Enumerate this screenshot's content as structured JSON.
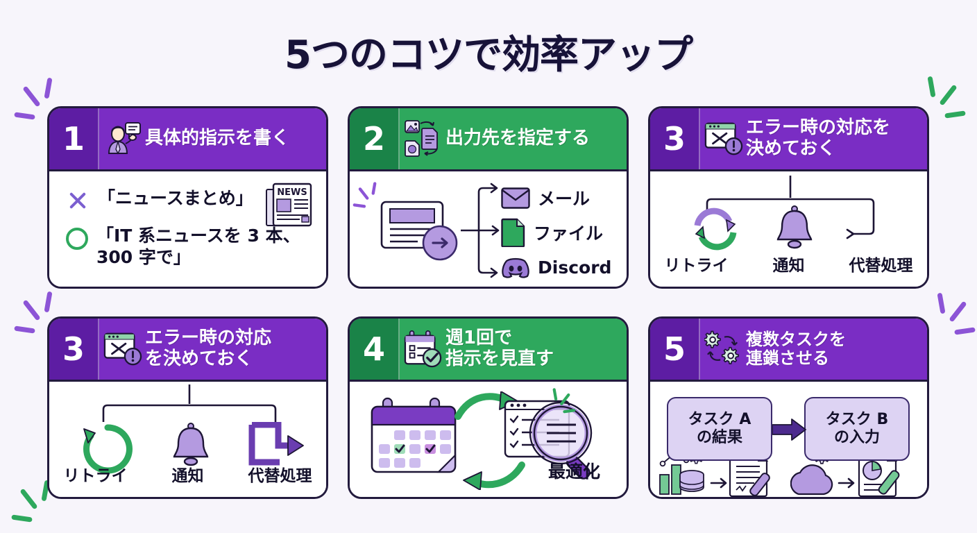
{
  "page": {
    "title": "5つのコツで効率アップ",
    "background_color": "#f7f5fb",
    "purple": "#7a2dc4",
    "purple_dark": "#5d1da3",
    "green": "#2ea85d",
    "green_dark": "#1a8348",
    "ink": "#171238"
  },
  "cards": [
    {
      "number": "1",
      "accent": "purple",
      "icon": "person-speech-bubble-icon",
      "title": "具体的指示を書く",
      "body": {
        "type": "example-comparison",
        "bad_mark": "cross-mark-icon",
        "bad_text": "「ニュースまとめ」",
        "good_mark": "circle-mark-icon",
        "good_text": "「IT 系ニュースを 3 本、\n300 字で」",
        "side_icon": "newspaper-icon",
        "side_icon_label": "NEWS"
      }
    },
    {
      "number": "2",
      "accent": "green",
      "icon": "file-conversion-icon",
      "title": "出力先を指定する",
      "body": {
        "type": "branch-outputs",
        "source_icon": "document-arrow-icon",
        "outputs": [
          {
            "icon": "mail-icon",
            "label": "メール"
          },
          {
            "icon": "file-icon",
            "label": "ファイル"
          },
          {
            "icon": "discord-icon",
            "label": "Discord"
          }
        ]
      }
    },
    {
      "number": "3",
      "accent": "purple",
      "icon": "browser-error-icon",
      "title": "エラー時の対応を\n決めておく",
      "body": {
        "type": "error-branch",
        "variant": "top",
        "items": [
          {
            "icon": "refresh-cycle-icon",
            "label": "リトライ"
          },
          {
            "icon": "bell-icon",
            "label": "通知"
          },
          {
            "icon": "branch-arrow-icon",
            "label": "代替処理"
          }
        ]
      }
    },
    {
      "number": "3",
      "accent": "purple",
      "icon": "browser-error-icon",
      "title": "エラー時の対応\nを決めておく",
      "body": {
        "type": "error-branch",
        "variant": "bottom",
        "items": [
          {
            "icon": "refresh-loop-icon",
            "label": "リトライ"
          },
          {
            "icon": "bell-icon",
            "label": "通知"
          },
          {
            "icon": "branch-arrow-icon",
            "label": "代替処理"
          }
        ]
      }
    },
    {
      "number": "4",
      "accent": "green",
      "icon": "calendar-check-icon",
      "title": "週1回で\n指示を見直す",
      "body": {
        "type": "review-cycle",
        "left_icon": "calendar-icon",
        "right_icon": "magnifier-checklist-icon",
        "label": "最適化"
      }
    },
    {
      "number": "5",
      "accent": "purple",
      "icon": "gears-cycle-icon",
      "title": "複数タスクを\n連鎖させる",
      "body": {
        "type": "task-chain",
        "task_a": "タスク A\nの結果",
        "task_b": "タスク B\nの入力",
        "arrow": "arrow-right-icon",
        "left_icons": "chart-database-gear-document-icon",
        "right_icons": "cloud-gear-piechart-document-icon"
      }
    }
  ],
  "decorations": [
    {
      "name": "sparkle-top-left",
      "color": "purple"
    },
    {
      "name": "sparkle-top-right",
      "color": "green"
    },
    {
      "name": "sparkle-mid-left",
      "color": "purple"
    },
    {
      "name": "sparkle-mid-right",
      "color": "purple"
    },
    {
      "name": "sparkle-bottom-left",
      "color": "green"
    },
    {
      "name": "sparkle-card2-inner",
      "color": "purple"
    }
  ]
}
